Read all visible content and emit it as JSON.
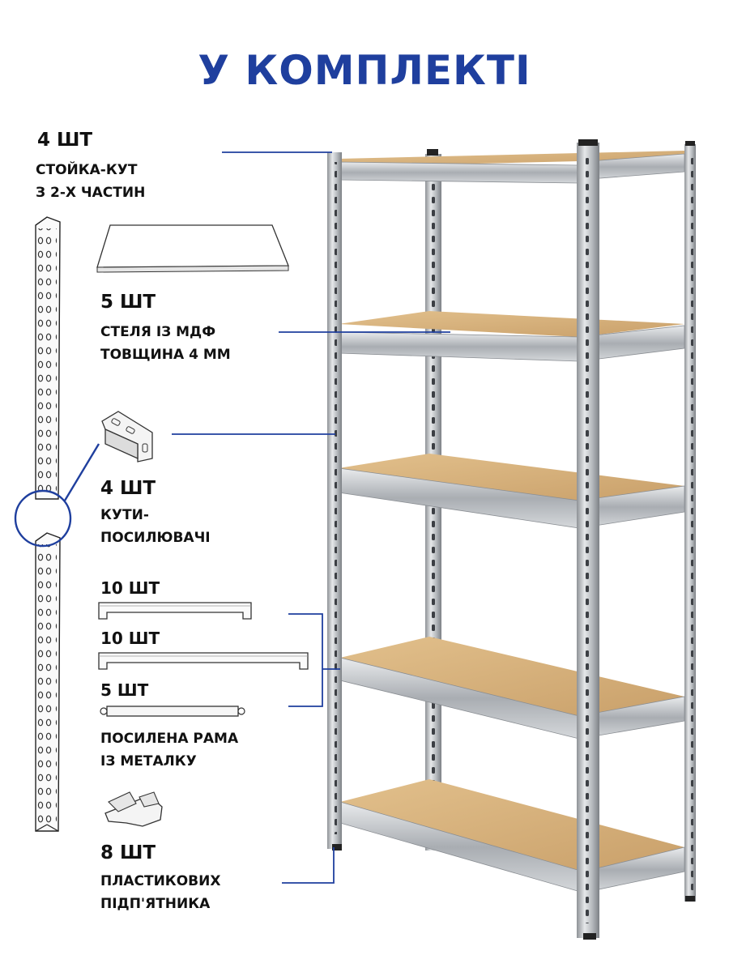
{
  "title": "У КОМПЛЕКТІ",
  "accent_color": "#1f3f9e",
  "items": [
    {
      "qty": "4 ШТ",
      "lines": [
        "СТОЙКА-КУТ",
        "З 2-Х ЧАСТИН"
      ],
      "icon": "angle-post-icon"
    },
    {
      "qty": "5 ШТ",
      "lines": [
        "СТЕЛЯ ІЗ МДФ",
        "ТОВЩИНА 4 ММ"
      ],
      "icon": "mdf-board-icon"
    },
    {
      "qty": "4 ШТ",
      "lines": [
        "КУТИ-",
        "ПОСИЛЮВАЧІ"
      ],
      "icon": "corner-bracket-icon"
    },
    {
      "qty_list": [
        "10 ШТ",
        "10 ШТ",
        "5 ШТ"
      ],
      "lines": [
        "ПОСИЛЕНА РАМА",
        "ІЗ МЕТАЛКУ"
      ],
      "icon": "metal-beam-icon"
    },
    {
      "qty": "8 ШТ",
      "lines": [
        "ПЛАСТИКОВИХ",
        "ПІДП'ЯТНИКА"
      ],
      "icon": "plastic-foot-icon"
    }
  ],
  "product_image": "metal-shelving-rack-5-tier"
}
